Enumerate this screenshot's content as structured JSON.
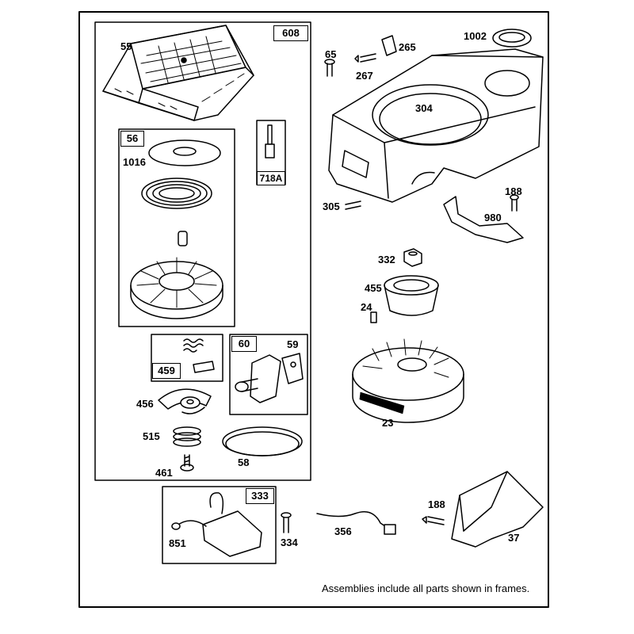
{
  "frames": {
    "f608": "608",
    "f56": "56",
    "f718A": "718A",
    "f459": "459",
    "f60": "60",
    "f333": "333"
  },
  "parts": {
    "p55": "55",
    "p1016": "1016",
    "p456": "456",
    "p515": "515",
    "p461": "461",
    "p59": "59",
    "p58": "58",
    "p65": "65",
    "p267": "267",
    "p265": "265",
    "p1002": "1002",
    "p304": "304",
    "p305": "305",
    "p188a": "188",
    "p980": "980",
    "p332": "332",
    "p455": "455",
    "p24": "24",
    "p23": "23",
    "p851": "851",
    "p334": "334",
    "p356": "356",
    "p188b": "188",
    "p37": "37"
  },
  "footnote": "Assemblies include all parts shown in frames."
}
